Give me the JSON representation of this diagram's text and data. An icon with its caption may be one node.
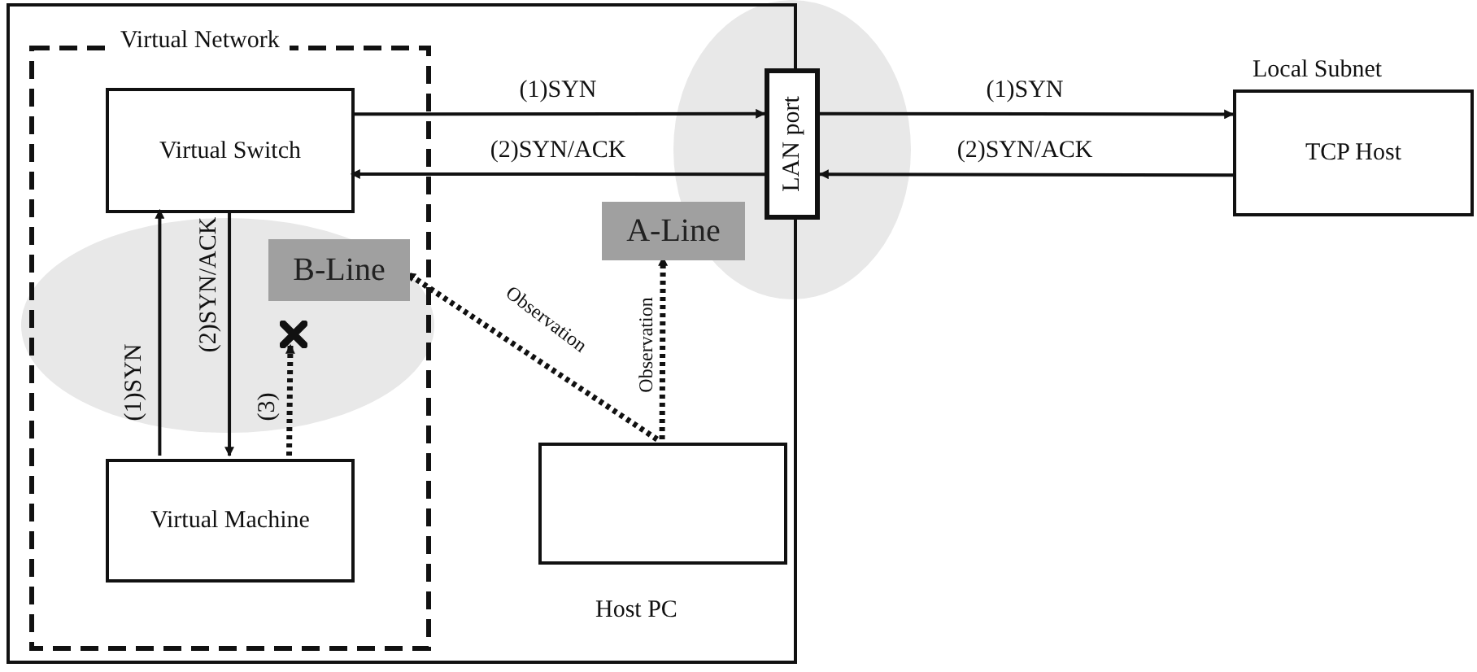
{
  "diagram": {
    "nodes": [
      {
        "text": [
          "Host PC"
        ]
      },
      {
        "text": [
          "Virtual Network"
        ],
        "in": 0
      },
      {
        "text": [
          "Virtual Switch"
        ],
        "in": 1
      },
      {
        "text": [
          "Virtual Machine"
        ],
        "in": 1
      },
      {
        "text": [
          "B-Line"
        ],
        "in": 1
      },
      {
        "text": [],
        "shape": "cross",
        "in": 1
      },
      {
        "text": [
          "A-Line"
        ],
        "in": 0
      },
      {
        "text": [],
        "shape": "box",
        "in": 0
      },
      {
        "text": [
          "LAN port"
        ]
      },
      {
        "text": [
          "TCP Host"
        ],
        "beside": [
          "Local Subnet"
        ]
      }
    ],
    "edges": [
      {
        "from": 2,
        "to": 8,
        "arrow": "to",
        "label": "(1)SYN"
      },
      {
        "from": 8,
        "to": 2,
        "arrow": "to",
        "label": "(2)SYN/ACK"
      },
      {
        "from": 8,
        "to": 9,
        "arrow": "to",
        "label": "(1)SYN"
      },
      {
        "from": 9,
        "to": 8,
        "arrow": "to",
        "label": "(2)SYN/ACK"
      },
      {
        "from": 3,
        "to": 2,
        "arrow": "to",
        "label": "(1)SYN"
      },
      {
        "from": 2,
        "to": 3,
        "arrow": "to",
        "label": "(2)SYN/ACK"
      },
      {
        "from": 3,
        "to": 5,
        "arrow": "to",
        "label": "(3)",
        "style": "dashed"
      },
      {
        "from": 7,
        "to": 4,
        "arrow": "to",
        "label": "Observation",
        "style": "dashed"
      },
      {
        "from": 7,
        "to": 6,
        "arrow": "to",
        "label": "Observation",
        "style": "dashed"
      }
    ]
  }
}
